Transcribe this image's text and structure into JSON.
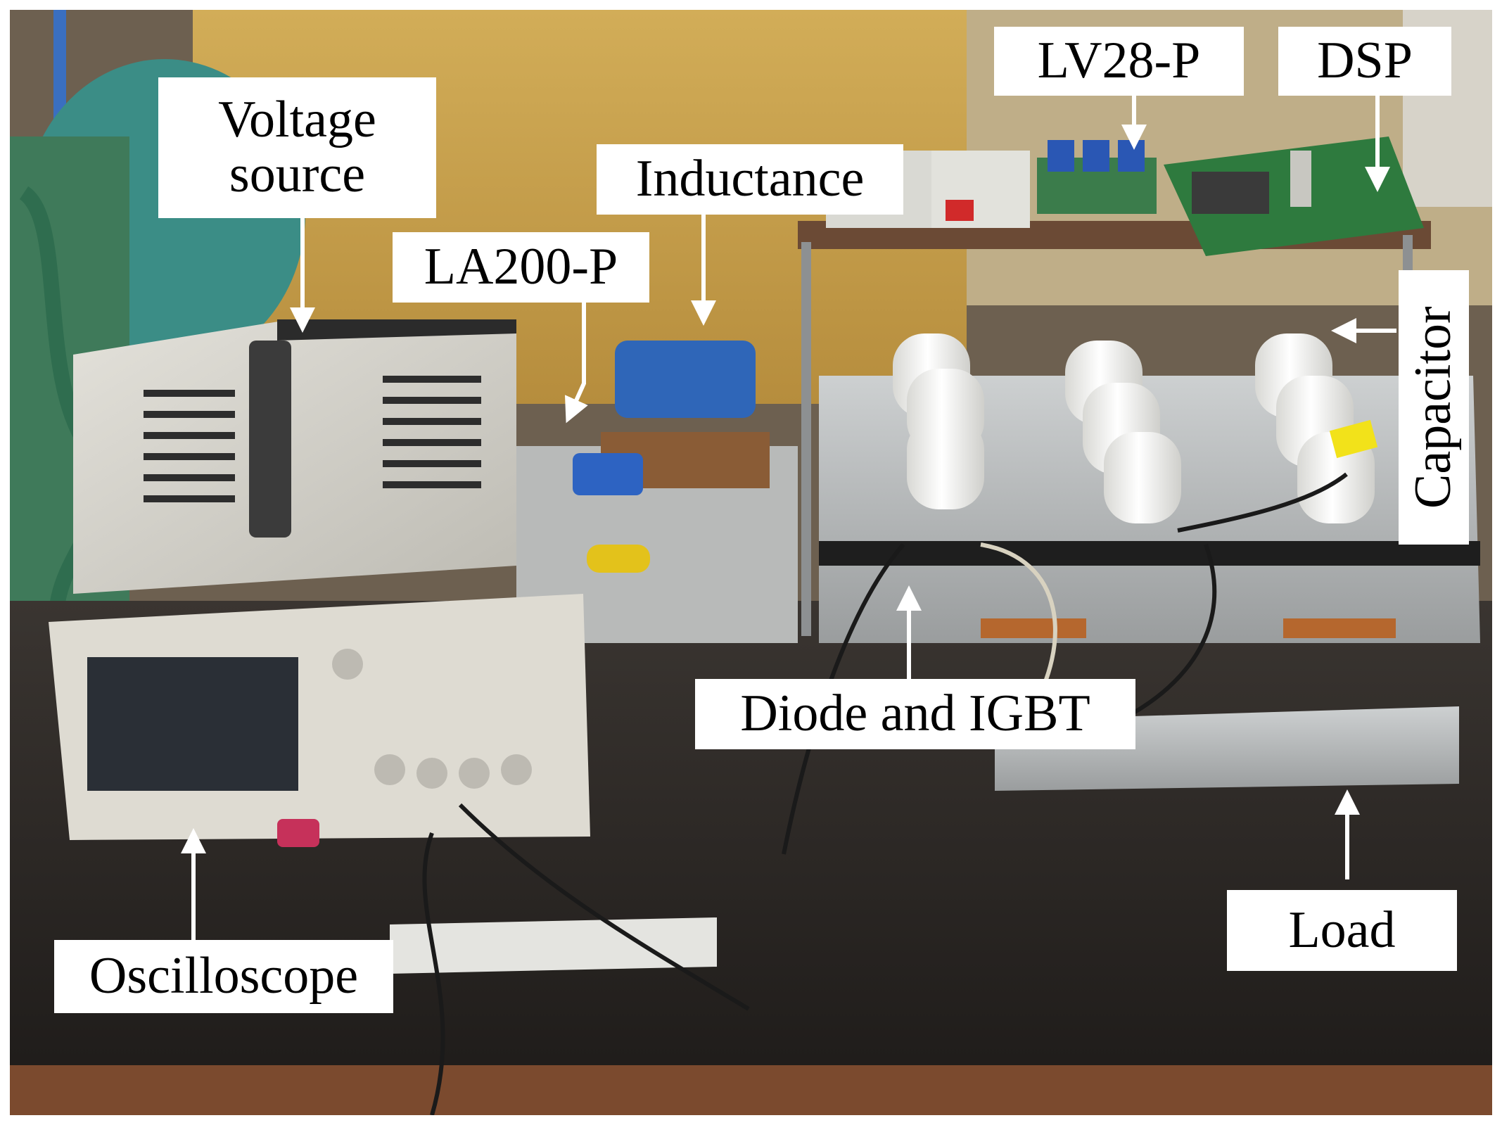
{
  "figure": {
    "labels": {
      "voltage_source": "Voltage source",
      "inductance": "Inductance",
      "la200p": "LA200-P",
      "lv28p": "LV28-P",
      "dsp": "DSP",
      "capacitor": "Capacitor",
      "diode_igbt": "Diode and IGBT",
      "load": "Load",
      "oscilloscope": "Oscilloscope"
    },
    "colors": {
      "wall_yellow": "#c9a24a",
      "bench_dark": "#2a2724",
      "aluminum": "#b9bcbd",
      "capacitor_white": "#f1f1ee",
      "inductor_blue": "#2f66b8"
    }
  }
}
